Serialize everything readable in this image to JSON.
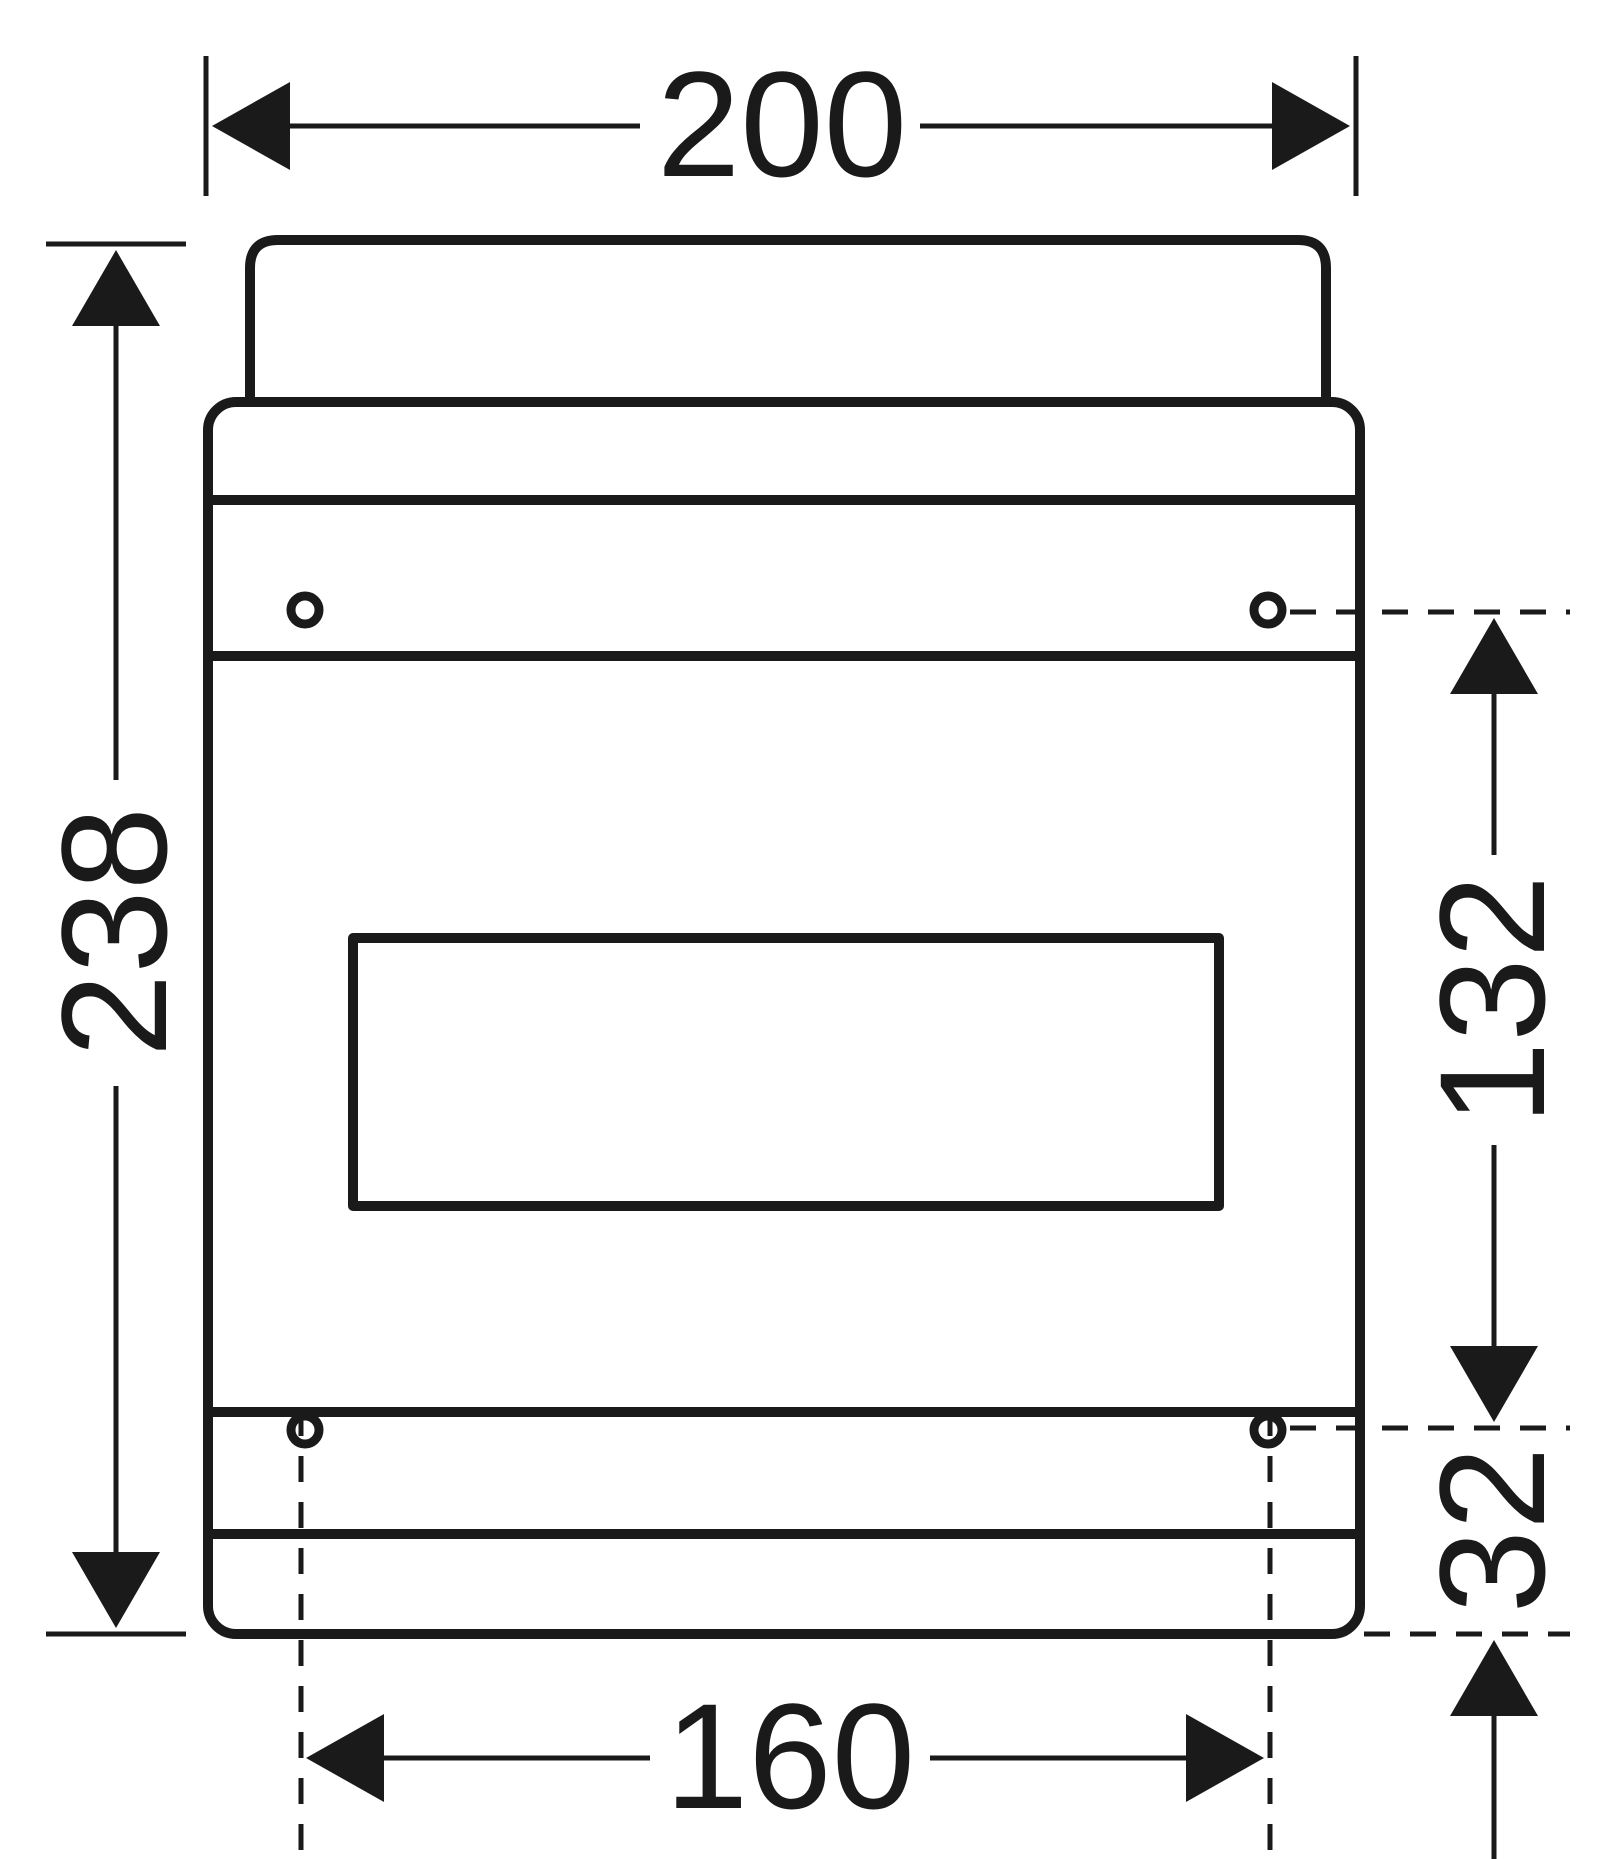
{
  "dimensions": {
    "overall_width": "200",
    "overall_height": "238",
    "mounting_vertical": "132",
    "mounting_offset": "32",
    "mounting_horizontal": "160"
  },
  "colors": {
    "line": "#1a1a1a",
    "background": "#ffffff"
  }
}
